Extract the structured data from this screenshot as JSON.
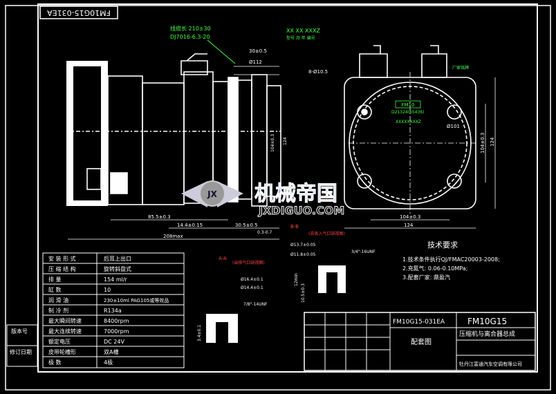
{
  "drawing": {
    "stamp_topleft": "FM10G15-031EA",
    "wire_label_1": "线缆长 210±30",
    "wire_label_2": "DJ7016-6.3-20",
    "plate_label_top": "XX XX XXXZ",
    "plate_label_sub": "型号 月 年  编号",
    "plate_label_brand": "厂家铭牌",
    "hole_label": "8-Ø10.5",
    "pitch_label": "Ø101",
    "badge_model": "FM10",
    "badge_code": "D21324(65436)",
    "badge_code2": "XXXXXXXXZ",
    "dim_r1": "104±0.3",
    "dim_r2": "124",
    "dim_r3": "104±0.3",
    "dim_r4": "124",
    "dim_top_a": "30±0.5",
    "dim_top_b": "Ø112",
    "dim_l1": "85.5±0.3",
    "dim_l2": "14.4±0.15",
    "dim_l3": "30.5±0.5",
    "dim_l4": "208max",
    "dim_sm": "0.3-0.7"
  },
  "watermark": {
    "title": "机械帝国",
    "url": "JXDIGUO.COM",
    "logo": "JX"
  },
  "details": {
    "section_aa": "A-A",
    "section_aa_note": "(出排气口剖视图)",
    "section_bb": "B-B",
    "section_bb_note": "(去吸入气口剖视图)",
    "bb_d1": "Ø13.7±0.05",
    "bb_d2": "Ø11.8±0.05",
    "bb_thread": "3/4\"-16UNF",
    "bb_h": "12min",
    "bb_h2": "10.5±0.3",
    "aa_d1": "Ø16.4±0.1",
    "aa_d2": "Ø14.4±0.1",
    "aa_thread": "7/8\"-14UNF",
    "aa_h": "3.4±0.1"
  },
  "tech": {
    "title": "技术要求",
    "items": [
      "1.技术条件执行QJ/FMAC20003-2008;",
      "2.充氮气: 0.06-0.10MPa;",
      "3.配套厂家: 鼎盈汽"
    ]
  },
  "spec_table": {
    "header": [
      "安 装 形 式",
      "后耳上出口"
    ],
    "rows": [
      [
        "压 缩 结 构",
        "旋转斜盘式"
      ],
      [
        "排      量",
        "154 ml/r"
      ],
      [
        "缸      数",
        "10"
      ],
      [
        "润 滑 油",
        "230±10ml PAG105或等效品"
      ],
      [
        "制 冷 剂",
        "R134a"
      ],
      [
        "最大瞬间转速",
        "8400rpm"
      ],
      [
        "最大连续转速",
        "7000rpm"
      ],
      [
        "额定电压",
        "DC 24V"
      ],
      [
        "皮带轮槽形",
        "双A槽"
      ],
      [
        "极      数",
        "4极"
      ]
    ]
  },
  "revision": {
    "label_1": "版本号",
    "label_2": "修订日期"
  },
  "title_block": {
    "drawing_no": "FM10G15-031EA",
    "model": "FM10G15",
    "doc_type": "配套图",
    "product_name": "压缩机与离合器总成",
    "company": "牡丹江富通汽车空调有限公司"
  }
}
